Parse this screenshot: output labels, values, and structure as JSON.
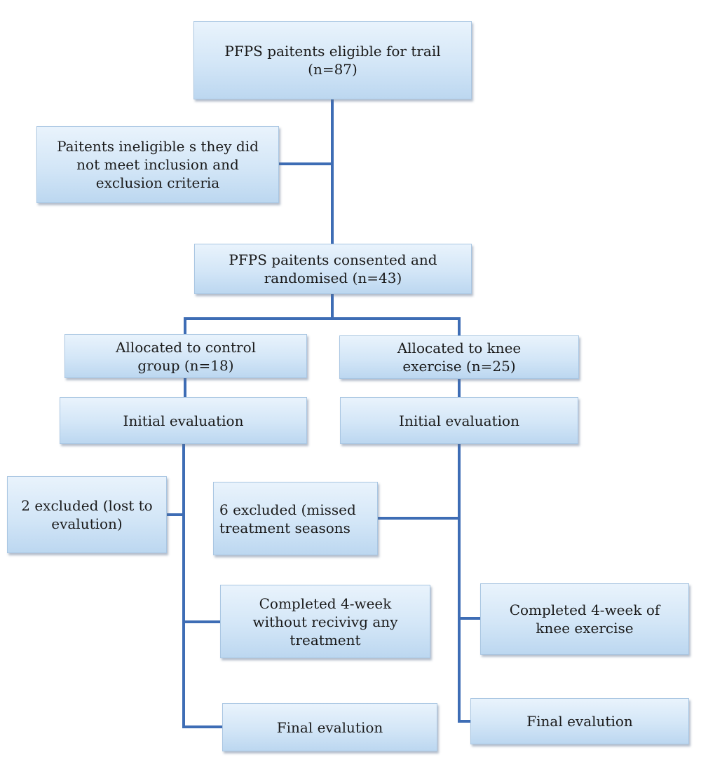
{
  "flowchart": {
    "nodes": [
      {
        "id": "eligible",
        "lines": [
          "PFPS paitents eligible for trail",
          "(n=87)"
        ]
      },
      {
        "id": "ineligible",
        "lines": [
          "Paitents ineligible s they did",
          "not meet inclusion and",
          "exclusion criteria"
        ]
      },
      {
        "id": "randomised",
        "lines": [
          "PFPS paitents consented and",
          "randomised (n=43)"
        ]
      },
      {
        "id": "control",
        "lines": [
          "Allocated to control",
          "group (n=18)"
        ]
      },
      {
        "id": "exercise",
        "lines": [
          "Allocated to knee",
          "exercise (n=25)"
        ]
      },
      {
        "id": "control_initial",
        "lines": [
          "Initial evaluation"
        ]
      },
      {
        "id": "exercise_initial",
        "lines": [
          "Initial evaluation"
        ]
      },
      {
        "id": "control_excluded",
        "lines": [
          "2 excluded (lost to",
          "evalution)"
        ]
      },
      {
        "id": "exercise_excluded",
        "lines": [
          "6 excluded (missed",
          "treatment seasons"
        ]
      },
      {
        "id": "control_completed",
        "lines": [
          "Completed 4-week",
          "without recivivg any",
          "treatment"
        ]
      },
      {
        "id": "exercise_completed",
        "lines": [
          "Completed 4-week of",
          "knee exercise"
        ]
      },
      {
        "id": "control_final",
        "lines": [
          "Final evalution"
        ]
      },
      {
        "id": "exercise_final",
        "lines": [
          "Final evalution"
        ]
      }
    ],
    "edges": [
      {
        "from": "eligible",
        "to": "ineligible"
      },
      {
        "from": "eligible",
        "to": "randomised"
      },
      {
        "from": "randomised",
        "to": "control"
      },
      {
        "from": "randomised",
        "to": "exercise"
      },
      {
        "from": "control",
        "to": "control_initial"
      },
      {
        "from": "exercise",
        "to": "exercise_initial"
      },
      {
        "from": "control_initial",
        "to": "control_excluded"
      },
      {
        "from": "control_initial",
        "to": "control_completed"
      },
      {
        "from": "control_initial",
        "to": "control_final"
      },
      {
        "from": "exercise_initial",
        "to": "exercise_excluded"
      },
      {
        "from": "exercise_initial",
        "to": "exercise_completed"
      },
      {
        "from": "exercise_initial",
        "to": "exercise_final"
      }
    ],
    "colors": {
      "box_fill": "#d3e6f7",
      "box_border": "#a9c6e2",
      "connector": "#3e6db5"
    }
  }
}
